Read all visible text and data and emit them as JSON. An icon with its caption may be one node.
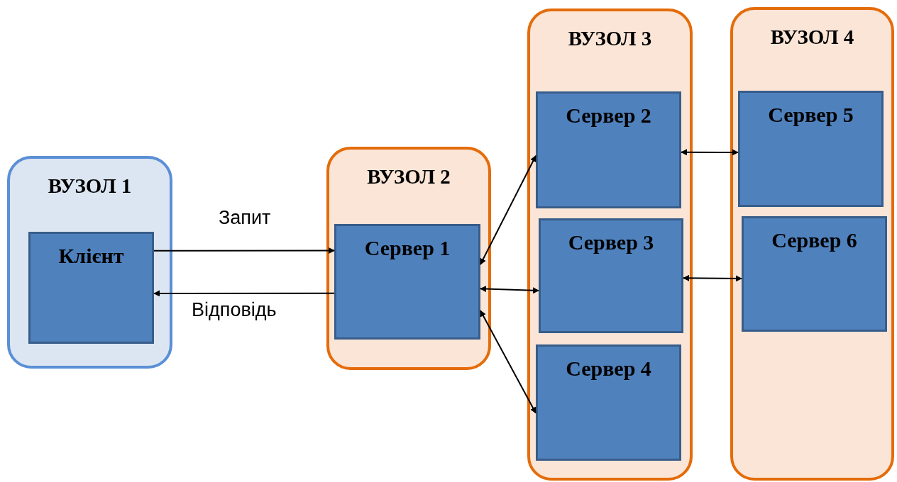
{
  "diagram": {
    "nodes": [
      {
        "text": [
          "ВУЗОЛ 1"
        ]
      },
      {
        "text": [
          "Клієнт"
        ],
        "in": 0
      },
      {
        "text": [
          "ВУЗОЛ 2"
        ]
      },
      {
        "text": [
          "Сервер 1"
        ],
        "in": 2
      },
      {
        "text": [
          "ВУЗОЛ 3"
        ]
      },
      {
        "text": [
          "Сервер 2"
        ],
        "in": 4
      },
      {
        "text": [
          "Сервер 3"
        ],
        "in": 4
      },
      {
        "text": [
          "Сервер 4"
        ],
        "in": 4
      },
      {
        "text": [
          "ВУЗОЛ 4"
        ]
      },
      {
        "text": [
          "Сервер 5"
        ],
        "in": 8
      },
      {
        "text": [
          "Сервер 6"
        ],
        "in": 8
      }
    ],
    "edges": [
      {
        "from": 1,
        "to": 3,
        "arrow": "to",
        "label": "Запит"
      },
      {
        "from": 3,
        "to": 1,
        "arrow": "to",
        "label": "Відповідь"
      },
      {
        "from": 3,
        "to": 5,
        "arrow": "both"
      },
      {
        "from": 3,
        "to": 6,
        "arrow": "both"
      },
      {
        "from": 3,
        "to": 7,
        "arrow": "both"
      },
      {
        "from": 5,
        "to": 9,
        "arrow": "both"
      },
      {
        "from": 6,
        "to": 10,
        "arrow": "both"
      }
    ]
  }
}
